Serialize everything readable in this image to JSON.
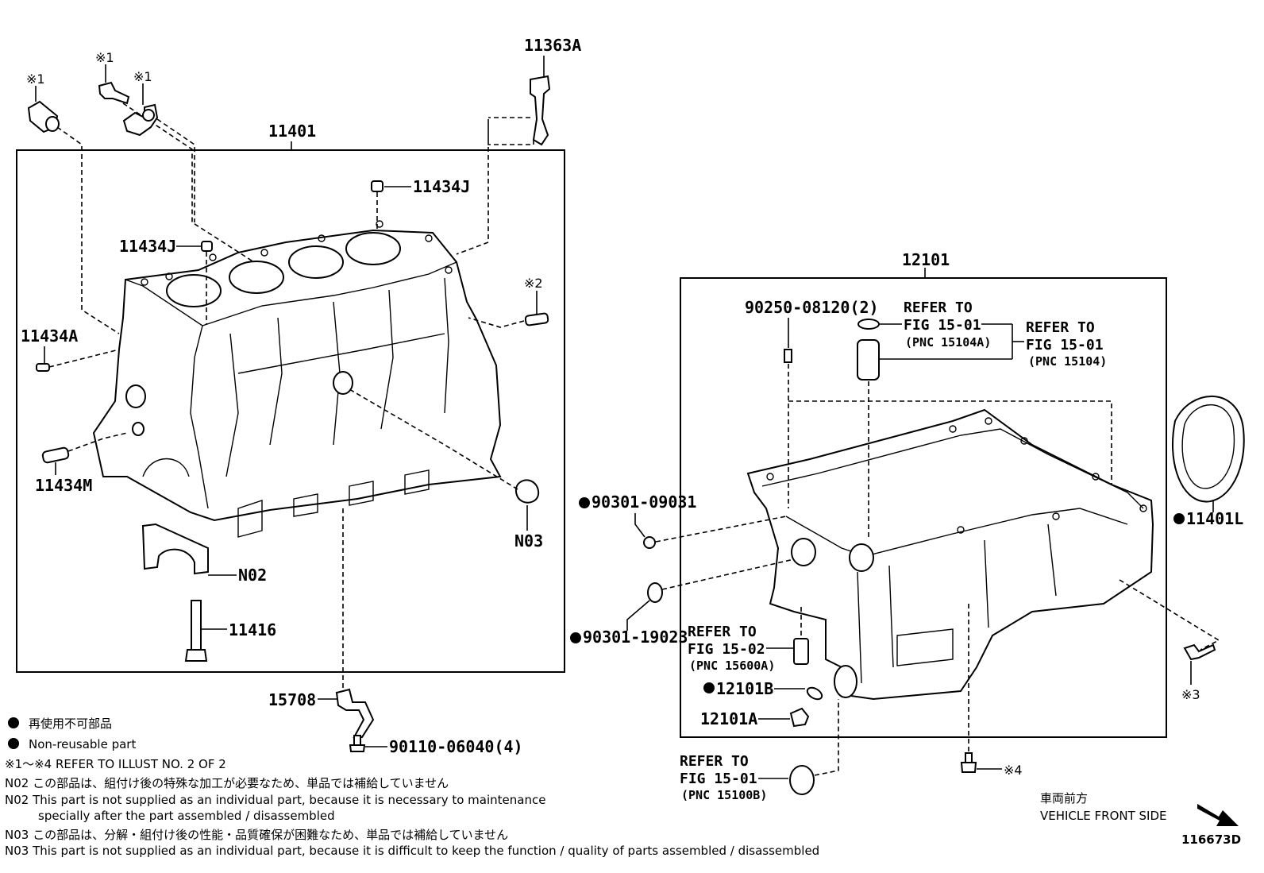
{
  "labels": {
    "p11401": "11401",
    "p11363a": "11363A",
    "p11434j_top": "11434J",
    "p11434j_mid": "11434J",
    "p11434a": "11434A",
    "p11434m": "11434M",
    "n02": "N02",
    "n03": "N03",
    "p11416": "11416",
    "p15708": "15708",
    "p90110": "90110-06040(4)",
    "p12101": "12101",
    "p90250": "90250-08120(2)",
    "p90301_09031": "90301-09031",
    "p90301_19023": "90301-19023",
    "p12101b": "12101B",
    "p12101a": "12101A",
    "p11401l": "11401L",
    "mark1a": "※1",
    "mark1b": "※1",
    "mark1c": "※1",
    "mark2": "※2",
    "mark3": "※3",
    "mark4": "※4",
    "diagram_id": "116673D"
  },
  "refs": {
    "r1": {
      "line1": "REFER TO",
      "line2": "FIG 15-01",
      "pnc": "(PNC 15104A)"
    },
    "r2": {
      "line1": "REFER TO",
      "line2": "FIG 15-01",
      "pnc": "(PNC 15104)"
    },
    "r3": {
      "line1": "REFER TO",
      "line2": "FIG 15-02",
      "pnc": "(PNC 15600A)"
    },
    "r4": {
      "line1": "REFER TO",
      "line2": "FIG 15-01",
      "pnc": "(PNC 15100B)"
    }
  },
  "legend": {
    "non_reusable_jp": "再使用不可部品",
    "non_reusable_en": "Non-reusable part",
    "refer_illust": "※1～※4  REFER TO ILLUST NO. 2 OF 2",
    "n02_jp": "N02  この部品は、組付け後の特殊な加工が必要なため、単品では補給していません",
    "n02_en1": "N02  This part is not supplied as an individual part, because it is necessary to maintenance",
    "n02_en2": "specially after the part assembled / disassembled",
    "n03_jp": "N03  この部品は、分解・組付け後の性能・品質確保が困難なため、単品では補給していません",
    "n03_en": "N03  This part is not supplied as an individual part, because it is difficult to keep the function / quality of parts  assembled / disassembled"
  },
  "front": {
    "jp": "車両前方",
    "en": "VEHICLE FRONT SIDE"
  }
}
